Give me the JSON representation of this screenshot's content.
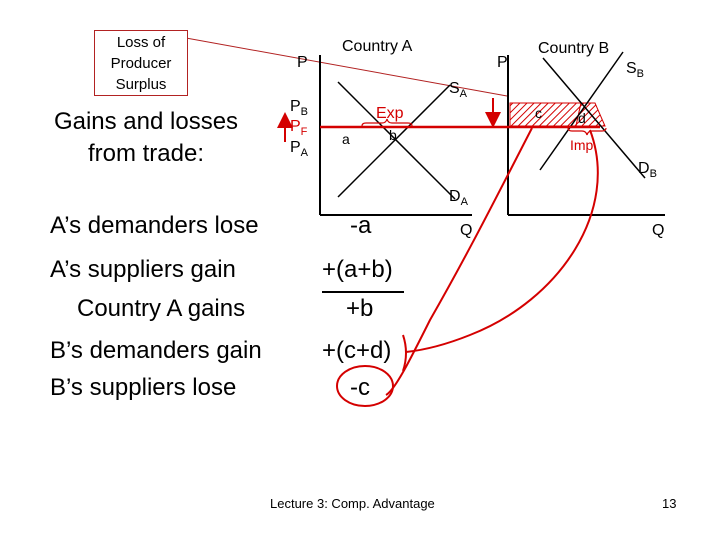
{
  "callout": {
    "line1": "Loss of",
    "line2": "Producer",
    "line3": "Surplus"
  },
  "title": {
    "line1": "Gains and losses",
    "line2": "from trade:"
  },
  "country_a": {
    "title": "Country A",
    "axis_price": "P",
    "axis_quantity": "Q",
    "supply_label": "S",
    "supply_sub": "A",
    "demand_label": "D",
    "demand_sub": "A",
    "price_b": "P",
    "price_b_sub": "B",
    "price_f": "P",
    "price_f_sub": "F",
    "price_a": "P",
    "price_a_sub": "A",
    "area_a": "a",
    "area_b": "b",
    "exp_label": "Exp"
  },
  "country_b": {
    "title": "Country B",
    "axis_price": "P",
    "axis_quantity": "Q",
    "supply_label": "S",
    "supply_sub": "B",
    "demand_label": "D",
    "demand_sub": "B",
    "area_c": "c",
    "area_d": "d",
    "imp_label": "Imp"
  },
  "summary": [
    {
      "label": "A’s demanders lose",
      "value": "-a"
    },
    {
      "label": "A’s suppliers gain",
      "value": "+(a+b)"
    },
    {
      "label": "Country A gains",
      "value": "+b"
    },
    {
      "label": "B’s demanders gain",
      "value": "+(c+d)"
    },
    {
      "label": "B’s suppliers lose",
      "value": "-c"
    }
  ],
  "footer": {
    "lecture": "Lecture 3:  Comp. Advantage",
    "page": "13"
  },
  "colors": {
    "accent_red": "#d40000",
    "callout_border": "#b22222",
    "hatch": "#d40000"
  }
}
